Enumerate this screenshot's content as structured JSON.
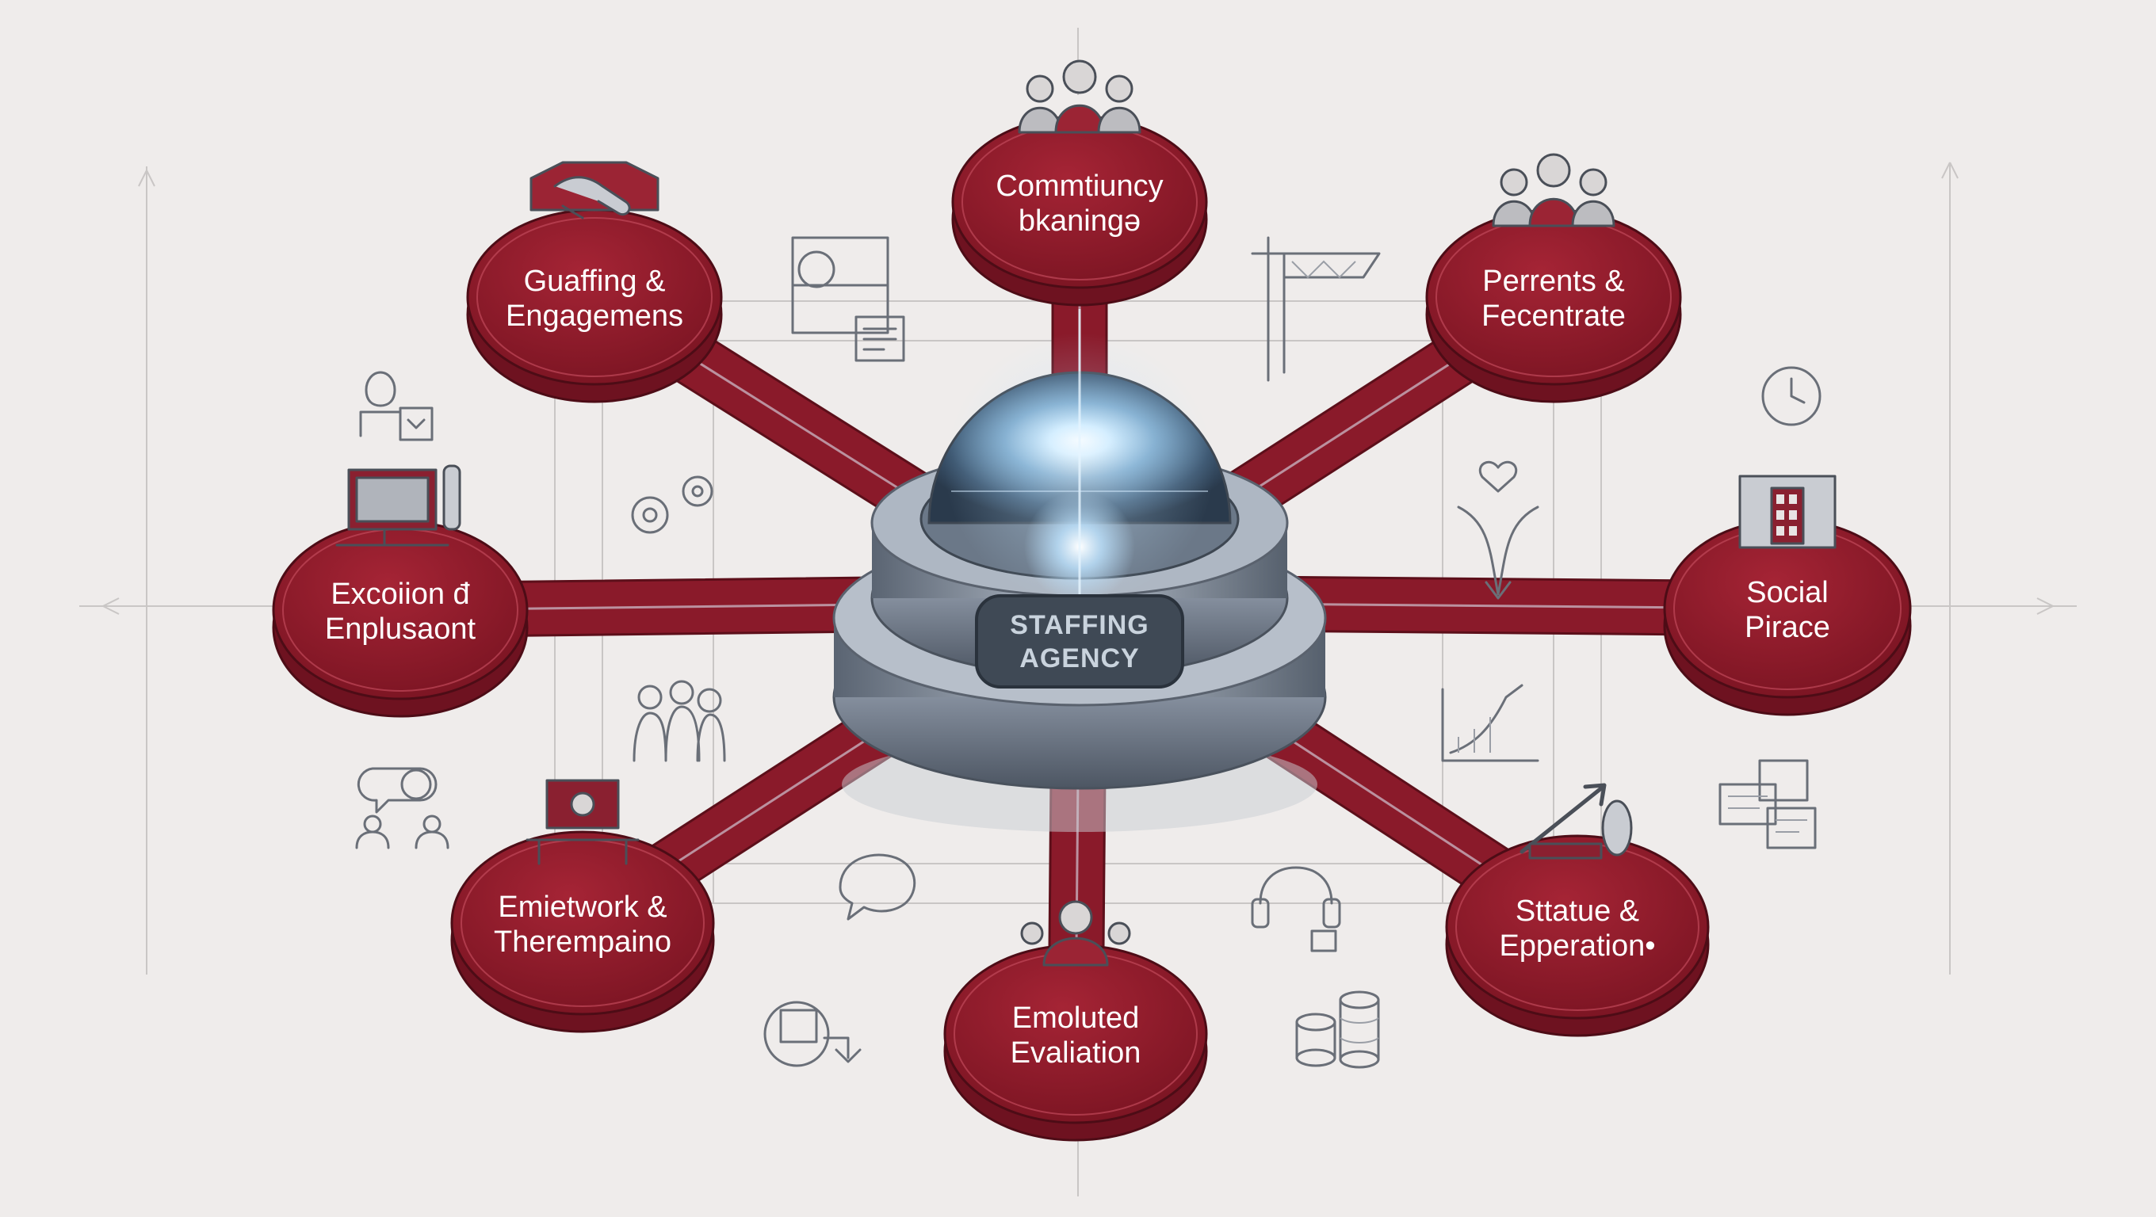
{
  "hub": {
    "label_line1": "STAFFING",
    "label_line2": "AGENCY"
  },
  "nodes": [
    {
      "id": "top",
      "line1": "Commtiuncy",
      "line2": "bkaningə",
      "icon": "people-group-icon"
    },
    {
      "id": "top-right",
      "line1": "Perrents &",
      "line2": "Fecentrate",
      "icon": "team-icon"
    },
    {
      "id": "right",
      "line1": "Social",
      "line2": "Pirace",
      "icon": "building-icon"
    },
    {
      "id": "bottom-right",
      "line1": "Sttatue &",
      "line2": "Epperation•",
      "icon": "growth-arrow-icon"
    },
    {
      "id": "bottom",
      "line1": "Emoluted",
      "line2": "Evaliation",
      "icon": "person-icon"
    },
    {
      "id": "bottom-left",
      "line1": "Emietwork &",
      "line2": "Therempaino",
      "icon": "workstation-icon"
    },
    {
      "id": "left",
      "line1": "Excoiion đ",
      "line2": "Enplusaont",
      "icon": "monitor-icon"
    },
    {
      "id": "top-left",
      "line1": "Guaffing &",
      "line2": "Engagemens",
      "icon": "handshake-icon"
    }
  ],
  "colors": {
    "node_fill": "#8f1c2b",
    "node_edge": "#6e1220",
    "spoke": "#8a1a2a",
    "hub_metal": "#8d98a8",
    "hub_glow": "#bfe4ff",
    "background": "#efeceb"
  }
}
